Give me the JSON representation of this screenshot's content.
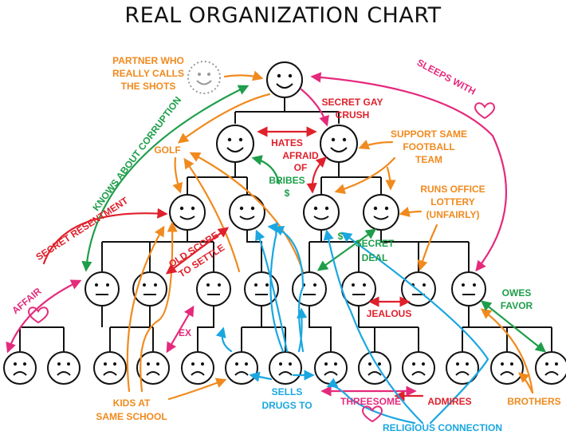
{
  "title": "REAL ORGANIZATION CHART",
  "colors": {
    "orange": "#F08A1E",
    "red": "#E0202B",
    "pink": "#E52A7C",
    "green": "#1E9E4A",
    "blue": "#1AA7E0",
    "line": "#111111"
  },
  "icons": [
    "smiley-face",
    "neutral-face",
    "frown-face",
    "heart-icon",
    "dollar-sign"
  ],
  "labels": {
    "partner": [
      "PARTNER WHO",
      "REALLY CALLS",
      "THE SHOTS"
    ],
    "sleeps_with": "SLEEPS WITH",
    "knows_corruption": "KNOWS ABOUT CORRUPTION",
    "secret_gay_crush": [
      "SECRET GAY",
      "CRUSH"
    ],
    "hates": "HATES",
    "golf": "GOLF",
    "support_football": [
      "SUPPORT SAME",
      "FOOTBALL",
      "TEAM"
    ],
    "afraid_of_bribes": [
      "AFRAID",
      "OF",
      "BRIBES"
    ],
    "dollar": "$",
    "runs_lottery": [
      "RUNS OFFICE",
      "LOTTERY",
      "(UNFAIRLY)"
    ],
    "secret_resentment": "SECRET RESENTMENT",
    "old_score": [
      "OLD SCORE",
      "TO SETTLE"
    ],
    "secret_deal": [
      "SECRET",
      "DEAL"
    ],
    "affair": "AFFAIR",
    "owes_favor": [
      "OWES",
      "FAVOR"
    ],
    "jealous": "JEALOUS",
    "ex": "EX",
    "kids_school": [
      "KIDS AT",
      "SAME SCHOOL"
    ],
    "sells_drugs": [
      "SELLS",
      "DRUGS TO"
    ],
    "threesome": "THREESOME",
    "admires": "ADMIRES",
    "brothers": "BROTHERS",
    "religious": "RELIGIOUS CONNECTION"
  }
}
